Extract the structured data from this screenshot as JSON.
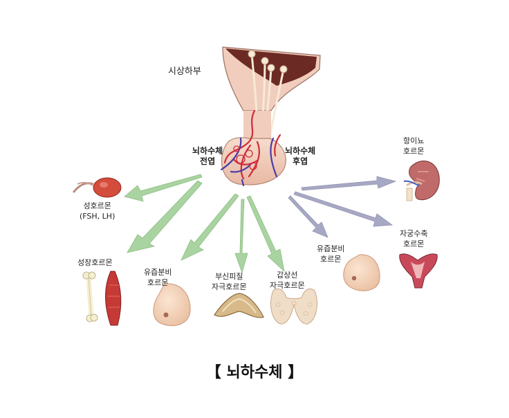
{
  "labels": {
    "hypothalamus": "시상하부",
    "anterior_line1": "뇌하수체",
    "anterior_line2": "전엽",
    "posterior_line1": "뇌하수체",
    "posterior_line2": "후엽",
    "sex_line1": "성호르몬",
    "sex_line2": "(FSH, LH)",
    "growth": "성장호르몬",
    "prolactin_line1": "유즙분비",
    "prolactin_line2": "호르몬",
    "acth_line1": "부신피질",
    "acth_line2": "자극호르몬",
    "tsh_line1": "갑상선",
    "tsh_line2": "자극호르몬",
    "oxytocin_milk_line1": "유즙분비",
    "oxytocin_milk_line2": "호르몬",
    "adh_line1": "항이뇨",
    "adh_line2": "호르몬",
    "oxytocin_uterus_line1": "자궁수축",
    "oxytocin_uterus_line2": "호르몬"
  },
  "caption": "【 뇌하수체 】",
  "colors": {
    "anterior_arrow": "#a9d3a0",
    "posterior_arrow": "#a7a9c4",
    "brain_tissue": "#6b2a24",
    "gland": "#f1cdbd",
    "vessel_red": "#d02a3a",
    "vessel_blue": "#4a3aa8"
  }
}
